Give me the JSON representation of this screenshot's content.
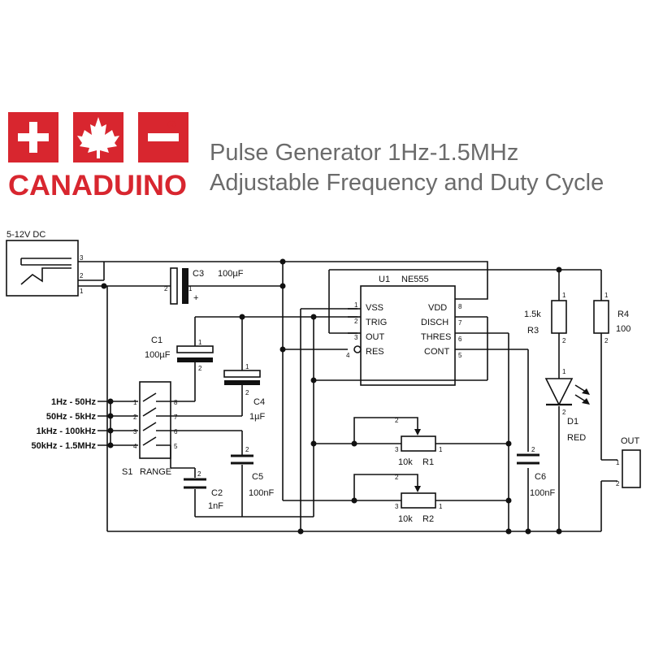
{
  "brand": {
    "name": "CANADUINO",
    "registered": "®",
    "red": "#d8262f"
  },
  "title": {
    "line1": "Pulse Generator 1Hz-1.5MHz",
    "line2": "Adjustable Frequency and Duty Cycle"
  },
  "schematic": {
    "power_label": "5-12V DC",
    "jack_pins": [
      "3",
      "2",
      "1"
    ],
    "c3": {
      "ref": "C3",
      "value": "100µF"
    },
    "u1": {
      "ref": "U1",
      "part": "NE555",
      "left_pins": [
        {
          "num": "1",
          "name": "VSS"
        },
        {
          "num": "2",
          "name": "TRIG"
        },
        {
          "num": "3",
          "name": "OUT"
        },
        {
          "num": "4",
          "name": "RES"
        }
      ],
      "right_pins": [
        {
          "num": "8",
          "name": "VDD"
        },
        {
          "num": "7",
          "name": "DISCH"
        },
        {
          "num": "6",
          "name": "THRES"
        },
        {
          "num": "5",
          "name": "CONT"
        }
      ]
    },
    "c1": {
      "ref": "C1",
      "value": "100µF"
    },
    "c4": {
      "ref": "C4",
      "value": "1µF"
    },
    "c5": {
      "ref": "C5",
      "value": "100nF"
    },
    "c2": {
      "ref": "C2",
      "value": "1nF"
    },
    "c6": {
      "ref": "C6",
      "value": "100nF"
    },
    "r1": {
      "ref": "R1",
      "value": "10k"
    },
    "r2": {
      "ref": "R2",
      "value": "10k"
    },
    "r3": {
      "ref": "R3",
      "value": "1.5k"
    },
    "r4": {
      "ref": "R4",
      "value": "100"
    },
    "d1": {
      "ref": "D1",
      "value": "RED"
    },
    "s1": {
      "ref": "S1",
      "label": "RANGE"
    },
    "ranges": [
      "1Hz - 50Hz",
      "50Hz - 5kHz",
      "1kHz - 100kHz",
      "50kHz - 1.5MHz"
    ],
    "out_label": "OUT",
    "pin_labels": {
      "p1": "1",
      "p2": "2",
      "p3": "3",
      "p4": "4",
      "p5": "5",
      "p6": "6",
      "p7": "7",
      "p8": "8"
    },
    "plus": "+"
  }
}
